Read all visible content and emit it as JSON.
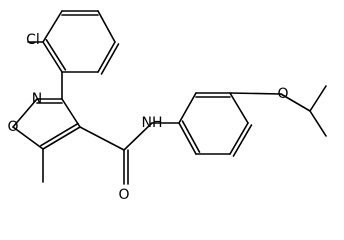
{
  "molecule": {
    "atom_labels": {
      "cl": "Cl",
      "ring_o": "O",
      "ring_n": "N",
      "amide_nh": "NH",
      "carbonyl_o": "O",
      "ether_o": "O"
    },
    "colors": {
      "bond": "#000000",
      "text": "#000000",
      "background": "#ffffff"
    }
  }
}
